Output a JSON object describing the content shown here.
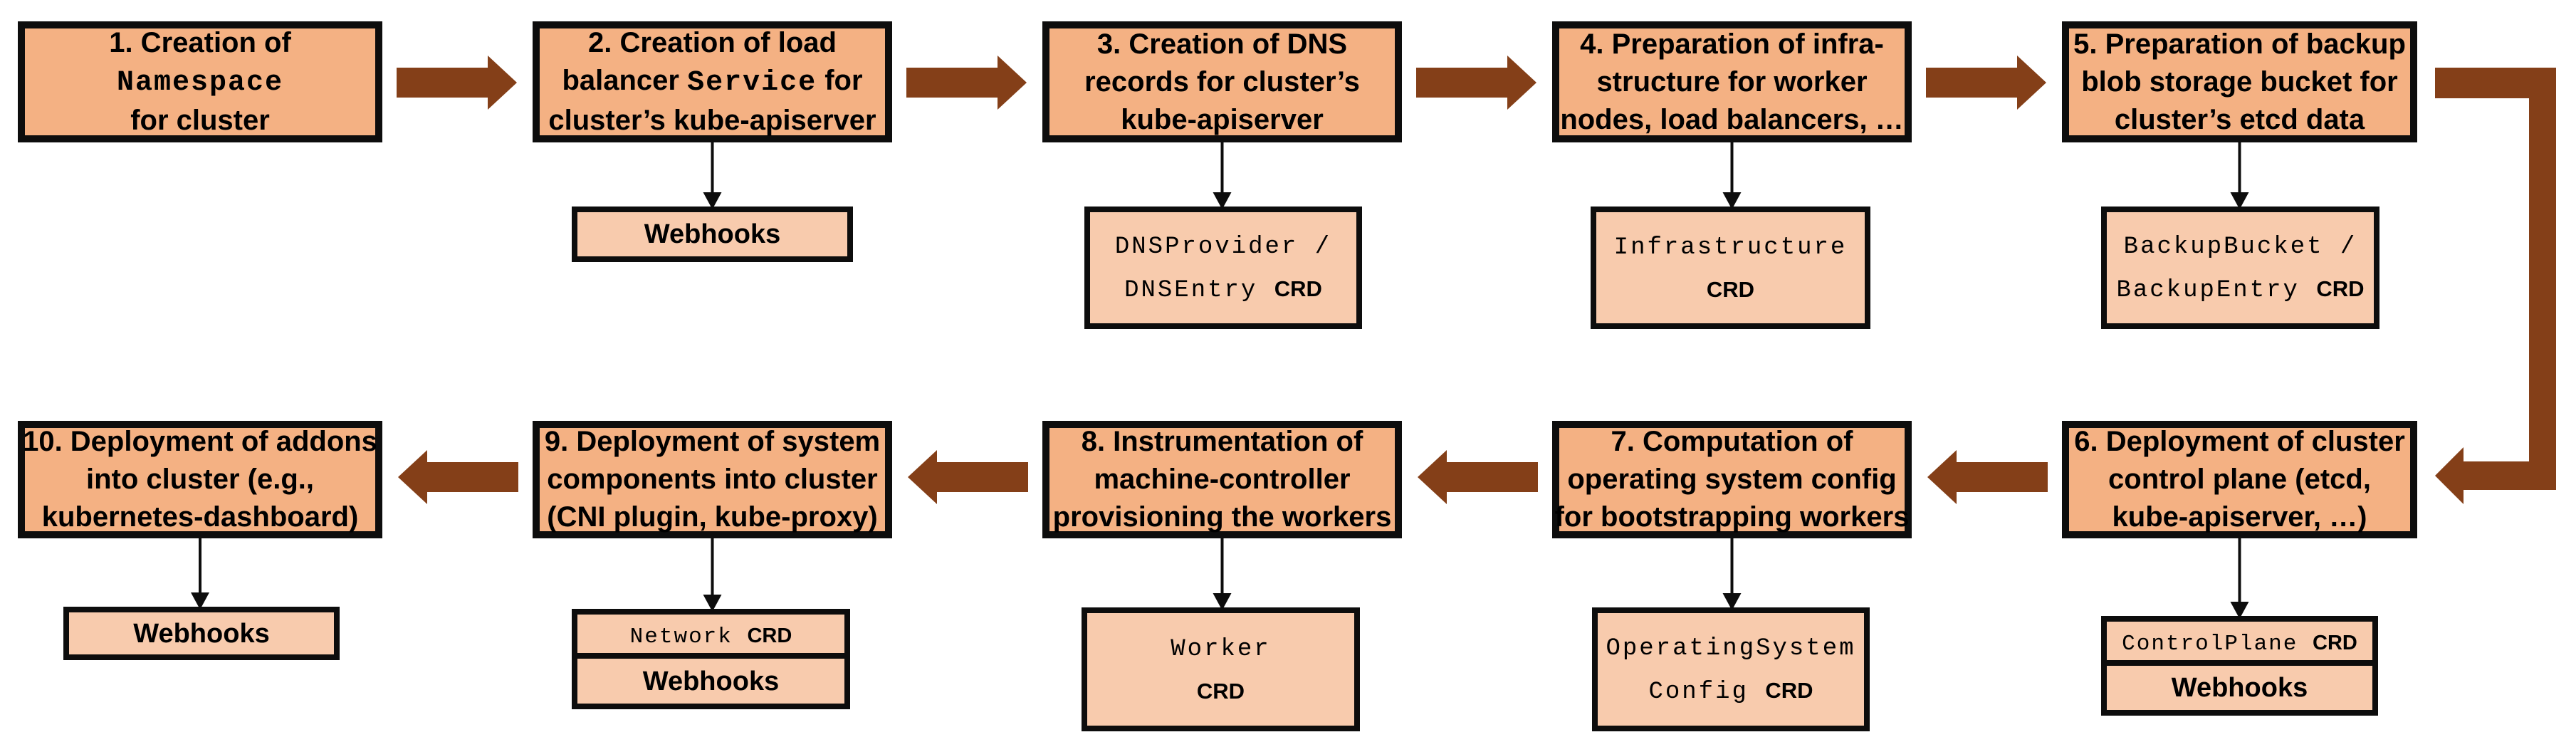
{
  "colors": {
    "box_fill": "#F4B183",
    "sub_fill": "#F8CBAD",
    "border": "#0d0d0d",
    "arrow": "#843F18"
  },
  "steps": [
    {
      "name": "create-namespace",
      "lines": [
        [
          {
            "t": "1. Creation of",
            "f": "sans"
          }
        ],
        [
          {
            "t": "Namespace",
            "f": "mono"
          }
        ],
        [
          {
            "t": "for cluster",
            "f": "sans"
          }
        ]
      ],
      "children": []
    },
    {
      "name": "create-load-balancer-service",
      "lines": [
        [
          {
            "t": "2. Creation of load",
            "f": "sans"
          }
        ],
        [
          {
            "t": "balancer ",
            "f": "sans"
          },
          {
            "t": "Service",
            "f": "mono"
          },
          {
            "t": " for",
            "f": "sans"
          }
        ],
        [
          {
            "t": "cluster’s kube-apiserver",
            "f": "sans"
          }
        ]
      ],
      "children": [
        {
          "name": "webhooks-box",
          "lines": [
            [
              {
                "t": "Webhooks",
                "f": "sans"
              }
            ]
          ]
        }
      ]
    },
    {
      "name": "create-dns-records",
      "lines": [
        [
          {
            "t": "3. Creation of DNS",
            "f": "sans"
          }
        ],
        [
          {
            "t": "records for cluster’s",
            "f": "sans"
          }
        ],
        [
          {
            "t": "kube-apiserver",
            "f": "sans"
          }
        ]
      ],
      "children": [
        {
          "name": "dns-crd-box",
          "lines": [
            [
              {
                "t": "DNSProvider /",
                "f": "mono"
              }
            ],
            [
              {
                "t": "DNSEntry ",
                "f": "mono"
              },
              {
                "t": "CRD",
                "f": "crd"
              }
            ]
          ]
        }
      ]
    },
    {
      "name": "prepare-infrastructure",
      "lines": [
        [
          {
            "t": "4. Preparation of infra-",
            "f": "sans"
          }
        ],
        [
          {
            "t": "structure for worker",
            "f": "sans"
          }
        ],
        [
          {
            "t": "nodes, load balancers, …",
            "f": "sans"
          }
        ]
      ],
      "children": [
        {
          "name": "infrastructure-crd-box",
          "lines": [
            [
              {
                "t": "Infrastructure",
                "f": "mono"
              }
            ],
            [
              {
                "t": "CRD",
                "f": "crd"
              }
            ]
          ]
        }
      ]
    },
    {
      "name": "prepare-backup-bucket",
      "lines": [
        [
          {
            "t": "5. Preparation of backup",
            "f": "sans"
          }
        ],
        [
          {
            "t": "blob storage bucket for",
            "f": "sans"
          }
        ],
        [
          {
            "t": "cluster’s etcd data",
            "f": "sans"
          }
        ]
      ],
      "children": [
        {
          "name": "backup-crd-box",
          "lines": [
            [
              {
                "t": "BackupBucket /",
                "f": "mono"
              }
            ],
            [
              {
                "t": "BackupEntry ",
                "f": "mono"
              },
              {
                "t": "CRD",
                "f": "crd"
              }
            ]
          ]
        }
      ]
    },
    {
      "name": "deploy-control-plane",
      "lines": [
        [
          {
            "t": "6. Deployment of cluster",
            "f": "sans"
          }
        ],
        [
          {
            "t": "control plane (etcd,",
            "f": "sans"
          }
        ],
        [
          {
            "t": "kube-apiserver, …)",
            "f": "sans"
          }
        ]
      ],
      "children": [
        {
          "name": "controlplane-crd-box",
          "lines": [
            [
              {
                "t": "ControlPlane ",
                "f": "mono"
              },
              {
                "t": "CRD",
                "f": "crd"
              }
            ]
          ]
        },
        {
          "name": "webhooks-box",
          "lines": [
            [
              {
                "t": "Webhooks",
                "f": "sans"
              }
            ]
          ]
        }
      ]
    },
    {
      "name": "compute-os-config",
      "lines": [
        [
          {
            "t": "7. Computation of",
            "f": "sans"
          }
        ],
        [
          {
            "t": "operating system config",
            "f": "sans"
          }
        ],
        [
          {
            "t": "for bootstrapping workers",
            "f": "sans"
          }
        ]
      ],
      "children": [
        {
          "name": "osc-crd-box",
          "lines": [
            [
              {
                "t": "OperatingSystem",
                "f": "mono"
              }
            ],
            [
              {
                "t": "Config ",
                "f": "mono"
              },
              {
                "t": "CRD",
                "f": "crd"
              }
            ]
          ]
        }
      ]
    },
    {
      "name": "instrument-machine-controller",
      "lines": [
        [
          {
            "t": "8. Instrumentation of",
            "f": "sans"
          }
        ],
        [
          {
            "t": "machine-controller",
            "f": "sans"
          }
        ],
        [
          {
            "t": "provisioning the workers",
            "f": "sans"
          }
        ]
      ],
      "children": [
        {
          "name": "worker-crd-box",
          "lines": [
            [
              {
                "t": "Worker",
                "f": "mono"
              }
            ],
            [
              {
                "t": "CRD",
                "f": "crd"
              }
            ]
          ]
        }
      ]
    },
    {
      "name": "deploy-system-components",
      "lines": [
        [
          {
            "t": "9. Deployment of system",
            "f": "sans"
          }
        ],
        [
          {
            "t": "components into cluster",
            "f": "sans"
          }
        ],
        [
          {
            "t": "(CNI plugin, kube-proxy)",
            "f": "sans"
          }
        ]
      ],
      "children": [
        {
          "name": "network-crd-box",
          "lines": [
            [
              {
                "t": "Network ",
                "f": "mono"
              },
              {
                "t": "CRD",
                "f": "crd"
              }
            ]
          ]
        },
        {
          "name": "webhooks-box",
          "lines": [
            [
              {
                "t": "Webhooks",
                "f": "sans"
              }
            ]
          ]
        }
      ]
    },
    {
      "name": "deploy-addons",
      "lines": [
        [
          {
            "t": "10. Deployment of addons",
            "f": "sans"
          }
        ],
        [
          {
            "t": "into cluster (e.g.,",
            "f": "sans"
          }
        ],
        [
          {
            "t": "kubernetes-dashboard)",
            "f": "sans"
          }
        ]
      ],
      "children": [
        {
          "name": "webhooks-box",
          "lines": [
            [
              {
                "t": "Webhooks",
                "f": "sans"
              }
            ]
          ]
        }
      ]
    }
  ]
}
